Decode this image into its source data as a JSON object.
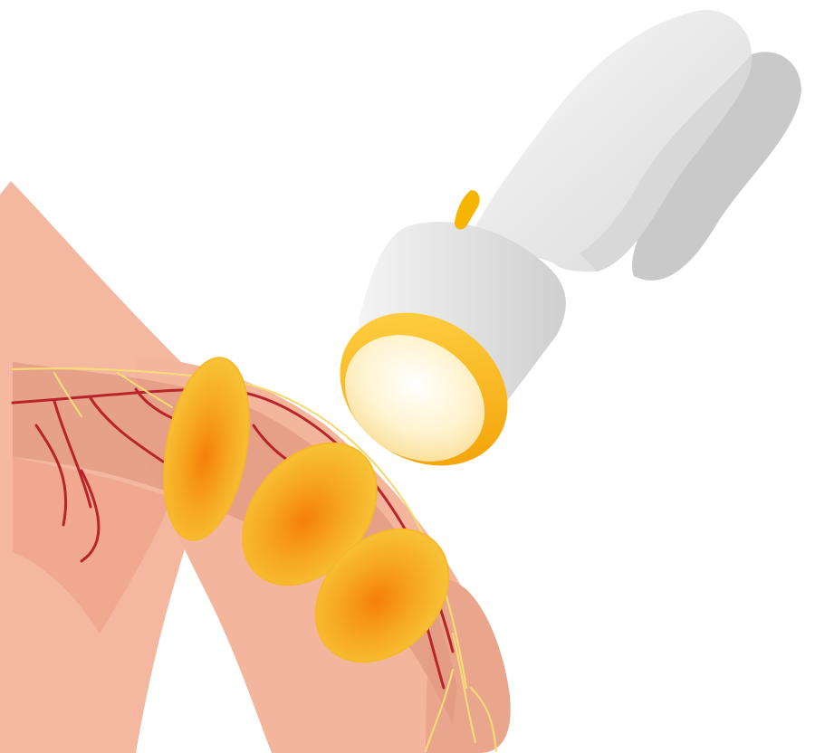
{
  "illustration": {
    "subject": "shockwave-therapy-device",
    "elements": [
      "skin-tissue",
      "blood-vessels",
      "nerve-fibers",
      "energy-pulses",
      "handheld-applicator"
    ],
    "pulse_count": 3
  },
  "colors": {
    "background": "#ffffff",
    "skin_light": "#f7c7b0",
    "skin_mid": "#f0a98c",
    "skin_dark": "#e3957c",
    "skin_inner": "#d98f79",
    "vessel": "#b8242a",
    "nerve": "#f6d978",
    "pulse_core": "#f39a12",
    "pulse_edge": "#f8c23a",
    "device_body": "#ececec",
    "device_shadow": "#cfcfcf",
    "device_ring": "#f7b500",
    "device_lens": "#fff6d6"
  }
}
